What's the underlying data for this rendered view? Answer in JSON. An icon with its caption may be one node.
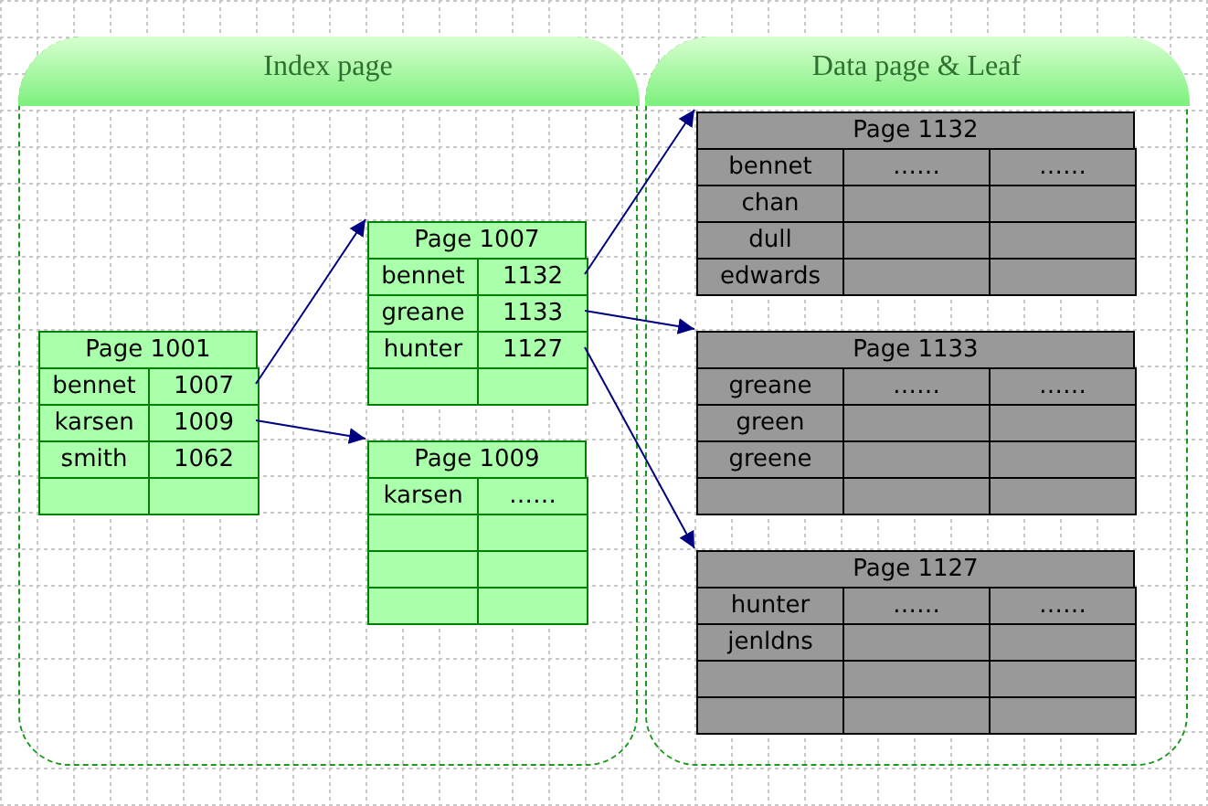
{
  "diagram": {
    "nodes": [
      {
        "text": [
          "Index page"
        ]
      },
      {
        "text": [
          "Page 1001",
          "bennet",
          "1007",
          "karsen",
          "1009",
          "smith",
          "1062"
        ],
        "in": 0
      },
      {
        "text": [
          "Page 1007",
          "bennet",
          "1132",
          "greane",
          "1133",
          "hunter",
          "1127"
        ],
        "in": 0
      },
      {
        "text": [
          "Page 1009",
          "karsen",
          "……"
        ],
        "in": 0
      },
      {
        "text": [
          "Data page & Leaf"
        ]
      },
      {
        "text": [
          "Page 1132",
          "bennet",
          "……",
          "……",
          "chan",
          "dull",
          "edwards"
        ],
        "in": 4
      },
      {
        "text": [
          "Page 1133",
          "greane",
          "……",
          "……",
          "green",
          "greene"
        ],
        "in": 4
      },
      {
        "text": [
          "Page 1127",
          "hunter",
          "……",
          "……",
          "jenldns"
        ],
        "in": 4
      }
    ],
    "edges": [
      {
        "from": 1,
        "to": 2,
        "arrow": "to"
      },
      {
        "from": 1,
        "to": 3,
        "arrow": "to"
      },
      {
        "from": 2,
        "to": 5,
        "arrow": "to"
      },
      {
        "from": 2,
        "to": 6,
        "arrow": "to"
      },
      {
        "from": 2,
        "to": 7,
        "arrow": "to"
      }
    ]
  }
}
